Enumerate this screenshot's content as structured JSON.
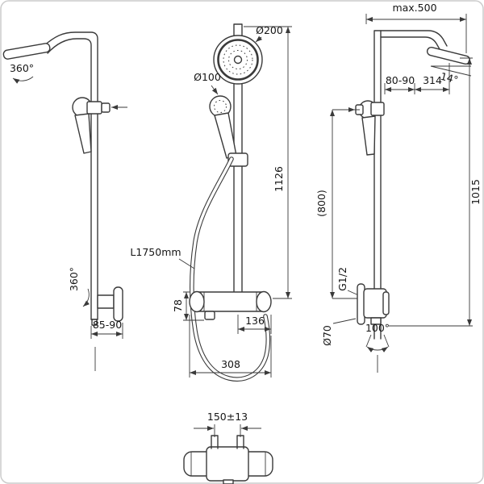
{
  "drawing": {
    "border_color": "#cccccc",
    "line_color": "#3a3a3a",
    "views": {
      "left": {
        "swivel_top": "360°",
        "swivel_bottom": "360°",
        "wall_distance": "85-90"
      },
      "front": {
        "head_diameter": "Ø200",
        "hand_diameter": "Ø100",
        "hose_length": "L1750mm",
        "outlet_height": "78",
        "outlet_offset": "136",
        "mixer_width": "308",
        "total_height": "1126"
      },
      "side": {
        "max_reach": "max.500",
        "wall_clearance": "80-90",
        "arm_projection": "314",
        "head_tilt": "14°",
        "hand_height": "(800)",
        "column_height": "1015",
        "thread": "G1/2",
        "flange_diameter": "Ø70",
        "spout_angle": "100°"
      },
      "mixer_detail": {
        "inlet_spacing": "150±13"
      }
    }
  }
}
